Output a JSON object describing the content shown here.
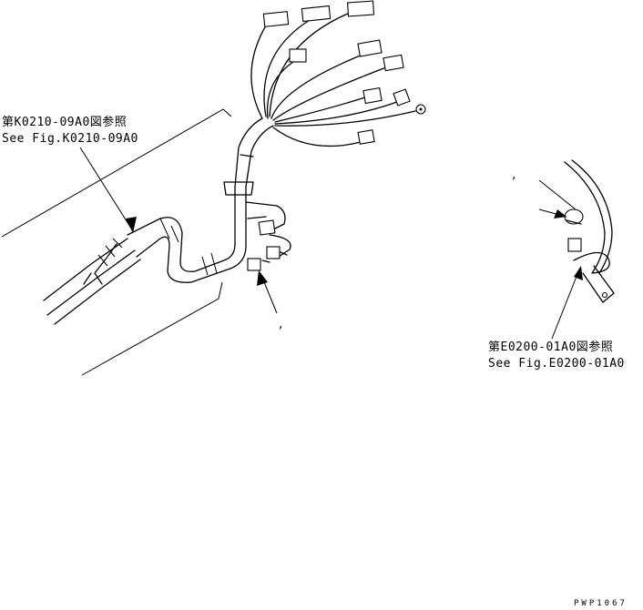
{
  "callouts": {
    "ref_k_jp": "第K0210-09A0図参照",
    "ref_k_en": "See Fig.K0210-09A0",
    "ref_e_jp": "第E0200-01A0図参照",
    "ref_e_en": "See Fig.E0200-01A0"
  },
  "marks": {
    "tick_mid": ",",
    "tick_right": ","
  },
  "drawing_code": "PWP1067"
}
